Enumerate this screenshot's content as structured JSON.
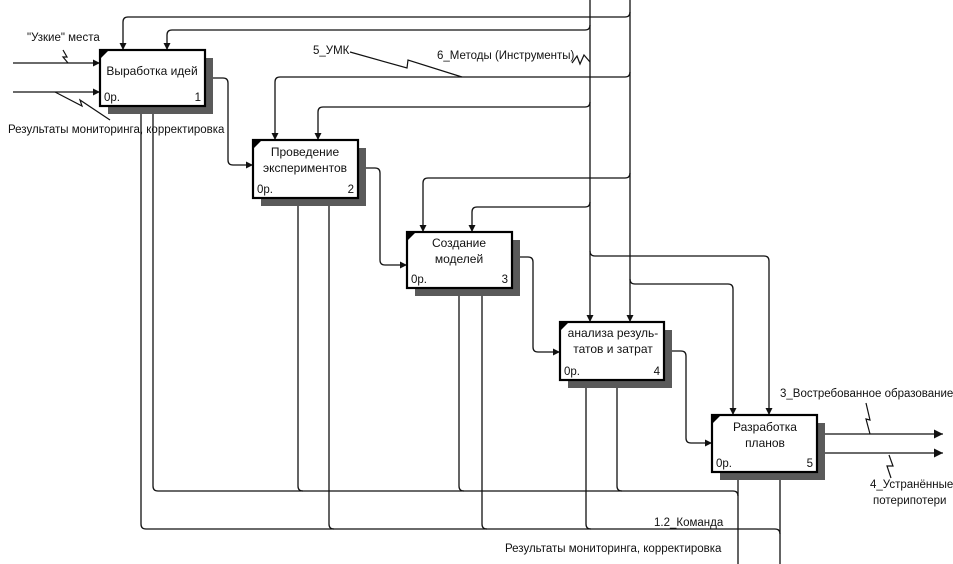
{
  "diagram": {
    "type": "IDEF0",
    "colors": {
      "line": "#111111",
      "box_border": "#000000",
      "shadow": "#5a5a5a",
      "background": "#ffffff"
    },
    "boxes": [
      {
        "lines": [
          "Выработка идей"
        ],
        "cost": "0р.",
        "number": "1"
      },
      {
        "lines": [
          "Проведение",
          "экспериментов"
        ],
        "cost": "0р.",
        "number": "2"
      },
      {
        "lines": [
          "Создание",
          "моделей"
        ],
        "cost": "0р.",
        "number": "3"
      },
      {
        "lines": [
          "анализа резуль-",
          "татов и затрат"
        ],
        "cost": "0р.",
        "number": "4"
      },
      {
        "lines": [
          "Разработка",
          "планов"
        ],
        "cost": "0р.",
        "number": "5"
      }
    ],
    "arrow_labels": {
      "input_bottlenecks": "\"Узкие\" места",
      "input_monitoring": "Результаты мониторинга, корректировка",
      "control_umk": "5_УМК",
      "control_methods": "6_Методы (Инструменты)",
      "output_education": "3_Востребованное образование",
      "output_losses_line1": "4_Устранённые",
      "output_losses_line2": "потерипотери",
      "mechanism_team": "1.2_Команда",
      "mechanism_monitoring": "Результаты мониторинга, корректировка"
    }
  }
}
